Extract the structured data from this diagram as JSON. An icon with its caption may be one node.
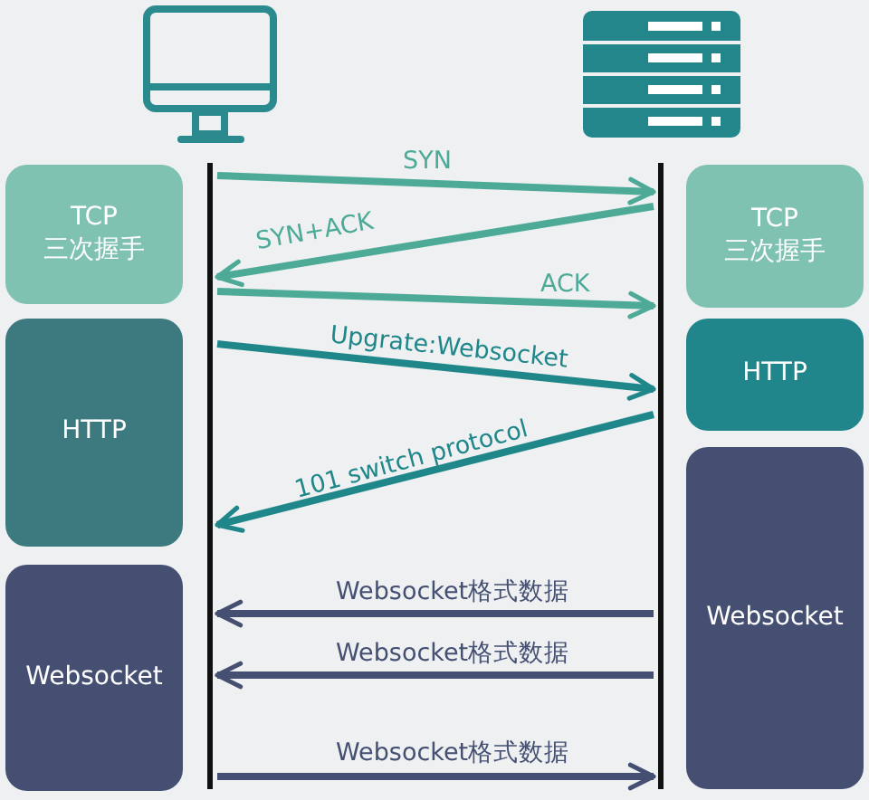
{
  "diagram": {
    "nodes": [
      {
        "text": [],
        "shape": "line"
      },
      {
        "text": [],
        "shape": "line"
      },
      {
        "text": [
          "TCP 三次握手"
        ]
      },
      {
        "text": [
          "TCP 三次握手"
        ]
      },
      {
        "text": [
          "HTTP"
        ]
      },
      {
        "text": [
          "HTTP"
        ]
      },
      {
        "text": [
          "Websocket"
        ]
      },
      {
        "text": [
          "Websocket"
        ]
      }
    ],
    "edges": [
      {
        "from": 0,
        "to": 1,
        "arrow": "to",
        "label": "SYN",
        "color": "#4caa97"
      },
      {
        "from": 1,
        "to": 0,
        "arrow": "to",
        "label": "SYN+ACK",
        "color": "#4caa97"
      },
      {
        "from": 0,
        "to": 1,
        "arrow": "to",
        "label": "ACK",
        "color": "#4caa97"
      },
      {
        "from": 0,
        "to": 1,
        "arrow": "to",
        "label": "Upgrate:Websocket",
        "color": "#1f878a"
      },
      {
        "from": 1,
        "to": 0,
        "arrow": "to",
        "label": "101 switch protocol",
        "color": "#1f878a"
      },
      {
        "from": 1,
        "to": 0,
        "arrow": "to",
        "label": "Websocket格式数据",
        "color": "#454f72"
      },
      {
        "from": 1,
        "to": 0,
        "arrow": "to",
        "label": "Websocket格式数据",
        "color": "#454f72"
      },
      {
        "from": 0,
        "to": 1,
        "arrow": "to",
        "label": "Websocket格式数据",
        "color": "#454f72"
      }
    ]
  }
}
